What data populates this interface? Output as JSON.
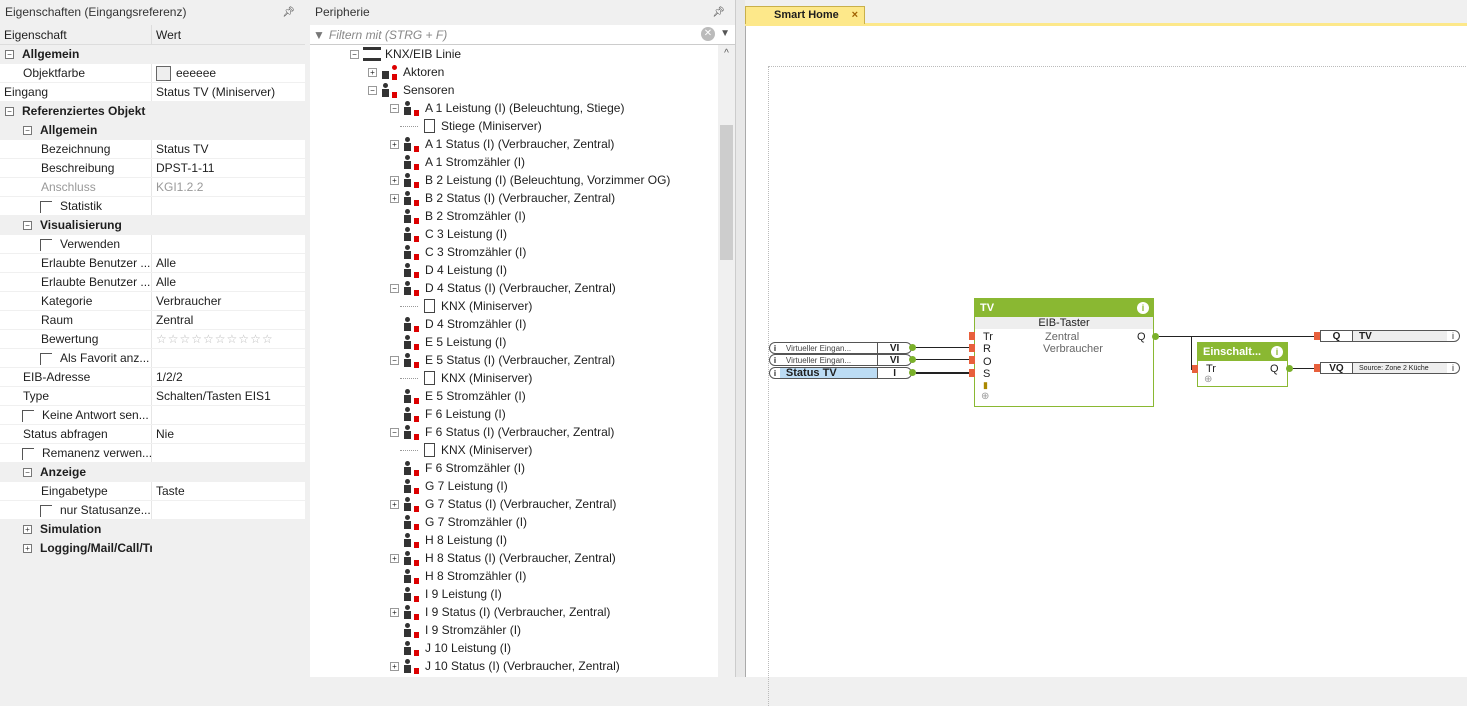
{
  "properties": {
    "title": "Eigenschaften (Eingangsreferenz)",
    "col_name": "Eigenschaft",
    "col_value": "Wert",
    "rows": [
      {
        "type": "group",
        "level": 0,
        "name": "Allgemein",
        "exp": "-"
      },
      {
        "type": "prop",
        "level": 1,
        "name": "Objektfarbe",
        "value": "eeeeee",
        "swatch": "#eeeeee"
      },
      {
        "type": "prop",
        "level": 0,
        "name": "Eingang",
        "value": "Status TV (Miniserver)"
      },
      {
        "type": "group",
        "level": 0,
        "name": "Referenziertes Objekt",
        "exp": "-"
      },
      {
        "type": "group",
        "level": 1,
        "name": "Allgemein",
        "exp": "-"
      },
      {
        "type": "prop",
        "level": 2,
        "name": "Bezeichnung",
        "value": "Status TV"
      },
      {
        "type": "prop",
        "level": 2,
        "name": "Beschreibung",
        "value": "DPST-1-11"
      },
      {
        "type": "prop",
        "level": 2,
        "name": "Anschluss",
        "value": "KGI1.2.2",
        "disabled": true
      },
      {
        "type": "check",
        "level": 2,
        "name": "Statistik"
      },
      {
        "type": "group",
        "level": 1,
        "name": "Visualisierung",
        "exp": "-"
      },
      {
        "type": "check",
        "level": 2,
        "name": "Verwenden"
      },
      {
        "type": "prop",
        "level": 2,
        "name": "Erlaubte Benutzer ...",
        "value": "Alle"
      },
      {
        "type": "prop",
        "level": 2,
        "name": "Erlaubte Benutzer ...",
        "value": "Alle"
      },
      {
        "type": "prop",
        "level": 2,
        "name": "Kategorie",
        "value": "Verbraucher"
      },
      {
        "type": "prop",
        "level": 2,
        "name": "Raum",
        "value": "Zentral"
      },
      {
        "type": "prop",
        "level": 2,
        "name": "Bewertung",
        "value": "☆☆☆☆☆☆☆☆☆☆",
        "stars": true
      },
      {
        "type": "check",
        "level": 2,
        "name": "Als Favorit anz..."
      },
      {
        "type": "prop",
        "level": 1,
        "name": "EIB-Adresse",
        "value": "1/2/2"
      },
      {
        "type": "prop",
        "level": 1,
        "name": "Type",
        "value": "Schalten/Tasten EIS1"
      },
      {
        "type": "check",
        "level": 1,
        "name": "Keine Antwort sen..."
      },
      {
        "type": "prop",
        "level": 1,
        "name": "Status abfragen",
        "value": "Nie"
      },
      {
        "type": "check",
        "level": 1,
        "name": "Remanenz verwen..."
      },
      {
        "type": "group",
        "level": 1,
        "name": "Anzeige",
        "exp": "-"
      },
      {
        "type": "prop",
        "level": 2,
        "name": "Eingabetype",
        "value": "Taste"
      },
      {
        "type": "check",
        "level": 2,
        "name": "nur Statusanze..."
      },
      {
        "type": "group",
        "level": 1,
        "name": "Simulation",
        "exp": "+"
      },
      {
        "type": "group",
        "level": 1,
        "name": "Logging/Mail/Call/Track",
        "exp": "+"
      }
    ]
  },
  "periphery": {
    "title": "Peripherie",
    "filter_placeholder": "Filtern mit (STRG + F)",
    "items": [
      {
        "l": 0,
        "e": "-",
        "i": "bus",
        "t": "KNX/EIB Linie"
      },
      {
        "l": 1,
        "e": "+",
        "i": "act",
        "t": "Aktoren"
      },
      {
        "l": 1,
        "e": "-",
        "i": "sen",
        "t": "Sensoren"
      },
      {
        "l": 2,
        "e": "-",
        "i": "sen",
        "t": "A 1 Leistung (I) (Beleuchtung, Stiege)"
      },
      {
        "l": 3,
        "e": "",
        "i": "doc",
        "t": "Stiege (Miniserver)"
      },
      {
        "l": 2,
        "e": "+",
        "i": "sen",
        "t": "A 1 Status (I) (Verbraucher, Zentral)"
      },
      {
        "l": 2,
        "e": "",
        "i": "sen",
        "t": "A 1 Stromzähler (I)"
      },
      {
        "l": 2,
        "e": "+",
        "i": "sen",
        "t": "B 2 Leistung (I) (Beleuchtung, Vorzimmer OG)"
      },
      {
        "l": 2,
        "e": "+",
        "i": "sen",
        "t": "B 2 Status (I) (Verbraucher, Zentral)"
      },
      {
        "l": 2,
        "e": "",
        "i": "sen",
        "t": "B 2 Stromzähler (I)"
      },
      {
        "l": 2,
        "e": "",
        "i": "sen",
        "t": "C 3 Leistung (I)"
      },
      {
        "l": 2,
        "e": "",
        "i": "sen",
        "t": "C 3 Stromzähler (I)"
      },
      {
        "l": 2,
        "e": "",
        "i": "sen",
        "t": "D 4 Leistung (I)"
      },
      {
        "l": 2,
        "e": "-",
        "i": "sen",
        "t": "D 4 Status (I) (Verbraucher, Zentral)"
      },
      {
        "l": 3,
        "e": "",
        "i": "doc",
        "t": "KNX (Miniserver)"
      },
      {
        "l": 2,
        "e": "",
        "i": "sen",
        "t": "D 4 Stromzähler (I)"
      },
      {
        "l": 2,
        "e": "",
        "i": "sen",
        "t": "E 5 Leistung (I)"
      },
      {
        "l": 2,
        "e": "-",
        "i": "sen",
        "t": "E 5 Status (I) (Verbraucher, Zentral)"
      },
      {
        "l": 3,
        "e": "",
        "i": "doc",
        "t": "KNX (Miniserver)"
      },
      {
        "l": 2,
        "e": "",
        "i": "sen",
        "t": "E 5 Stromzähler (I)"
      },
      {
        "l": 2,
        "e": "",
        "i": "sen",
        "t": "F 6 Leistung (I)"
      },
      {
        "l": 2,
        "e": "-",
        "i": "sen",
        "t": "F 6 Status (I) (Verbraucher, Zentral)"
      },
      {
        "l": 3,
        "e": "",
        "i": "doc",
        "t": "KNX (Miniserver)"
      },
      {
        "l": 2,
        "e": "",
        "i": "sen",
        "t": "F 6 Stromzähler (I)"
      },
      {
        "l": 2,
        "e": "",
        "i": "sen",
        "t": "G 7 Leistung (I)"
      },
      {
        "l": 2,
        "e": "+",
        "i": "sen",
        "t": "G 7 Status (I) (Verbraucher, Zentral)"
      },
      {
        "l": 2,
        "e": "",
        "i": "sen",
        "t": "G 7 Stromzähler (I)"
      },
      {
        "l": 2,
        "e": "",
        "i": "sen",
        "t": "H 8 Leistung (I)"
      },
      {
        "l": 2,
        "e": "+",
        "i": "sen",
        "t": "H 8 Status (I) (Verbraucher, Zentral)"
      },
      {
        "l": 2,
        "e": "",
        "i": "sen",
        "t": "H 8 Stromzähler (I)"
      },
      {
        "l": 2,
        "e": "",
        "i": "sen",
        "t": "I 9 Leistung (I)"
      },
      {
        "l": 2,
        "e": "+",
        "i": "sen",
        "t": "I 9 Status (I) (Verbraucher, Zentral)"
      },
      {
        "l": 2,
        "e": "",
        "i": "sen",
        "t": "I 9 Stromzähler (I)"
      },
      {
        "l": 2,
        "e": "",
        "i": "sen",
        "t": "J 10 Leistung (I)"
      },
      {
        "l": 2,
        "e": "+",
        "i": "sen",
        "t": "J 10 Status (I) (Verbraucher, Zentral)"
      }
    ]
  },
  "editor": {
    "tab_label": "Smart Home",
    "tab_close": "×",
    "inputs": [
      {
        "name": "Virtueller Eingan...",
        "type": "VI"
      },
      {
        "name": "Virtueller Eingan...",
        "type": "VI"
      },
      {
        "name": "Status TV",
        "type": "I"
      }
    ],
    "tv_block": {
      "title": "TV",
      "subtitle": "EIB-Taster",
      "line1": "Zentral",
      "line2": "Verbraucher",
      "inputs": [
        "Tr",
        "R",
        "O",
        "S"
      ],
      "output": "Q"
    },
    "on_block": {
      "title": "Einschalt...",
      "input": "Tr",
      "output": "Q"
    },
    "outputs": [
      {
        "type": "Q",
        "name": "TV"
      },
      {
        "type": "VQ",
        "name": "Source: Zone 2 Küche"
      }
    ],
    "info": "i"
  }
}
